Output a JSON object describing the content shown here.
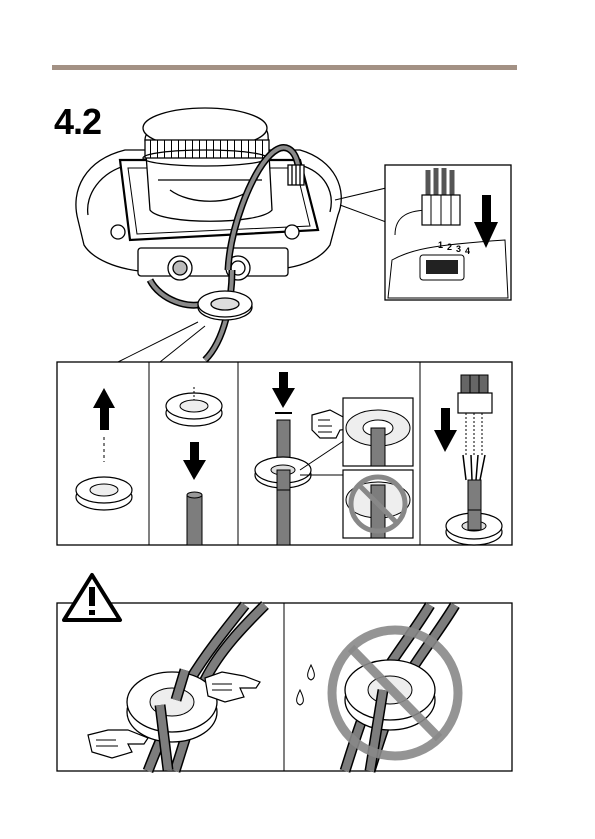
{
  "header": {
    "step_number": "4.2"
  },
  "connector_inset": {
    "pin_labels": [
      "1",
      "2",
      "3",
      "4"
    ]
  },
  "colors": {
    "rule": "#a39184",
    "cable": "#7d7d7d",
    "prohibited": "#888888"
  },
  "icons": [
    "warning-triangle-icon",
    "up-arrow-icon",
    "down-arrow-icon",
    "pointing-hand-icon",
    "prohibited-sign-icon",
    "water-drop-icon"
  ]
}
